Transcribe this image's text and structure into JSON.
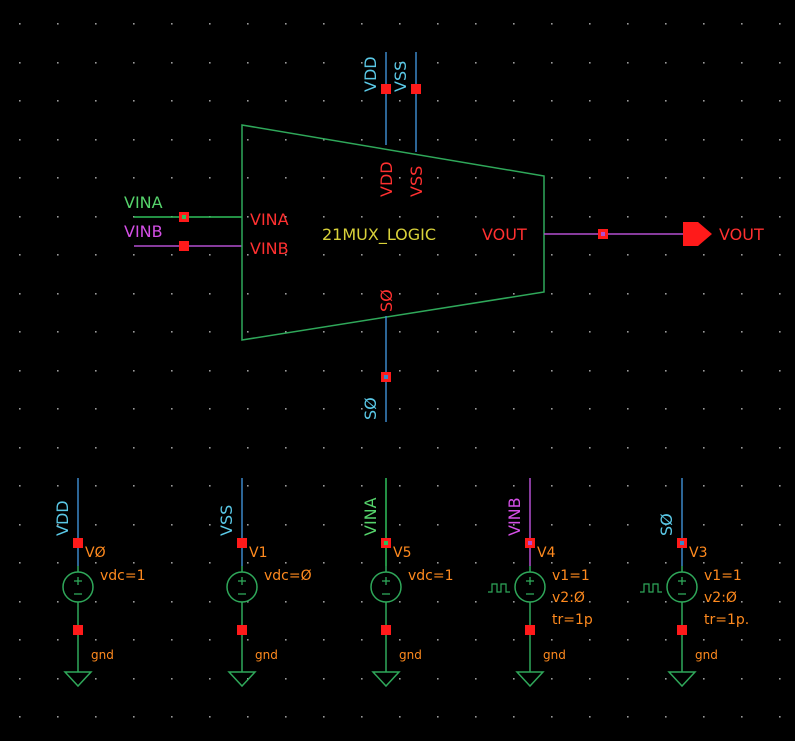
{
  "colors": {
    "background": "#000000",
    "grid_dot": "#9a9a9a",
    "wire_green": "#2fbf5a",
    "wire_blue": "#3a87c8",
    "wire_purple": "#b34fd0",
    "symbol_green": "#2fa85a",
    "pin_red": "#ff1a1a",
    "pin_label_red": "#ff3030",
    "instance_yellow": "#d9d23a",
    "label_cyan": "#5ac8e6",
    "label_green": "#55d36b",
    "label_magenta": "#d44fe6",
    "param_orange": "#ff8a1e"
  },
  "top_pins": {
    "vdd": "VDD",
    "vss": "VSS"
  },
  "inputs": {
    "vina": "VINA",
    "vinb": "VINB"
  },
  "mux": {
    "instance_name": "21MUX_LOGIC",
    "pin_vdd": "VDD",
    "pin_vss": "VSS",
    "pin_vina": "VINA",
    "pin_vinb": "VINB",
    "pin_vout": "VOUT",
    "pin_s0": "SØ"
  },
  "s0_net": "SØ",
  "output": {
    "label": "VOUT"
  },
  "sources": [
    {
      "net": "VDD",
      "name": "VØ",
      "kind": "dc",
      "params": [
        "vdc=1"
      ]
    },
    {
      "net": "VSS",
      "name": "V1",
      "kind": "dc",
      "params": [
        "vdc=Ø"
      ]
    },
    {
      "net": "VINA",
      "name": "V5",
      "kind": "dc",
      "params": [
        "vdc=1"
      ]
    },
    {
      "net": "VINB",
      "name": "V4",
      "kind": "pulse",
      "params": [
        "v1=1",
        "v2:Ø",
        "tr=1p"
      ]
    },
    {
      "net": "SØ",
      "name": "V3",
      "kind": "pulse",
      "params": [
        "v1=1",
        "v2:Ø",
        "tr=1p."
      ]
    }
  ],
  "ground_label": "gnd"
}
